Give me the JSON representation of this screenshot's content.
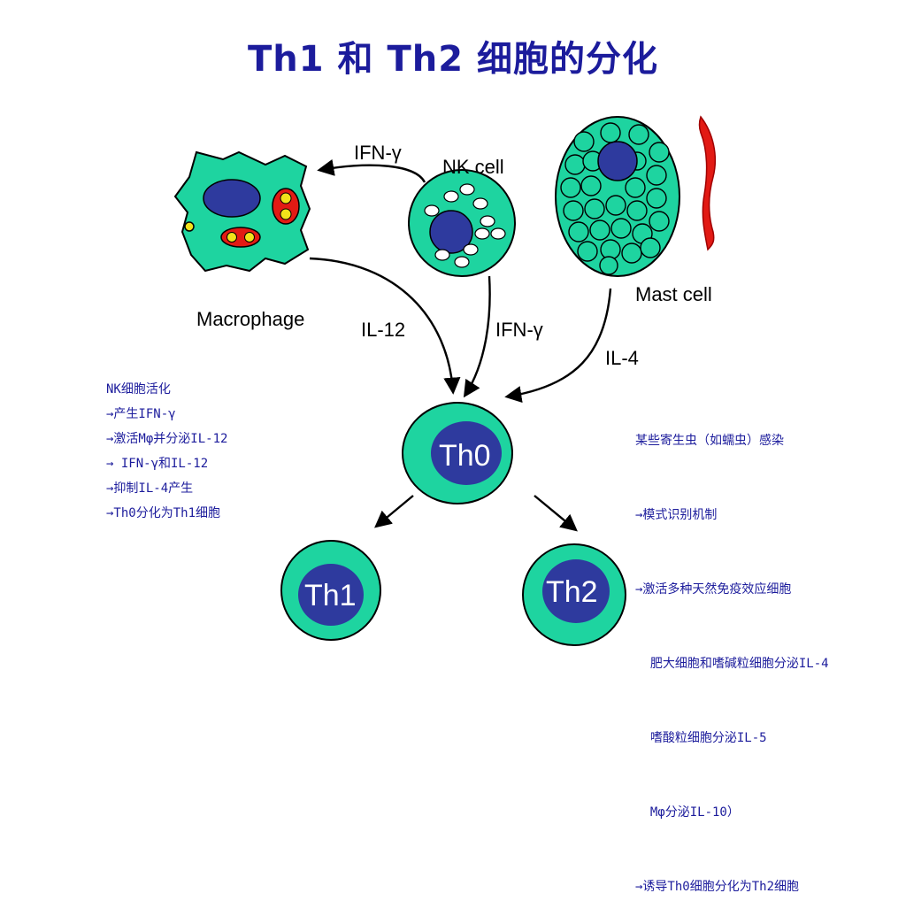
{
  "title": "Th1 和 Th2 细胞的分化",
  "colors": {
    "title": "#1c1c9c",
    "cell_fill": "#1ed4a0",
    "nucleus": "#2e3a9e",
    "granule_red": "#e21a14",
    "granule_yellow": "#f2e21a",
    "worm": "#e21a14",
    "note_text": "#1c1c9c"
  },
  "labels": {
    "ifn_top": "IFN-γ",
    "nk_cell": "NK cell",
    "mast_cell": "Mast cell",
    "macrophage": "Macrophage",
    "il12": "IL-12",
    "ifn_mid": "IFN-γ",
    "il4": "IL-4"
  },
  "cells": {
    "th0": "Th0",
    "th1": "Th1",
    "th2": "Th2"
  },
  "left_notes": [
    "NK细胞活化",
    "→产生IFN-γ",
    "→激活Mφ并分泌IL-12",
    "→ IFN-γ和IL-12",
    "→抑制IL-4产生",
    "→Th0分化为Th1细胞"
  ],
  "right_notes": [
    "某些寄生虫（如蠕虫）感染",
    "→模式识别机制",
    "→激活多种天然免疫效应细胞",
    "  肥大细胞和嗜碱粒细胞分泌IL-4",
    "  嗜酸粒细胞分泌IL-5",
    "  Mφ分泌IL-10）",
    "→诱导Th0细胞分化为Th2细胞"
  ]
}
